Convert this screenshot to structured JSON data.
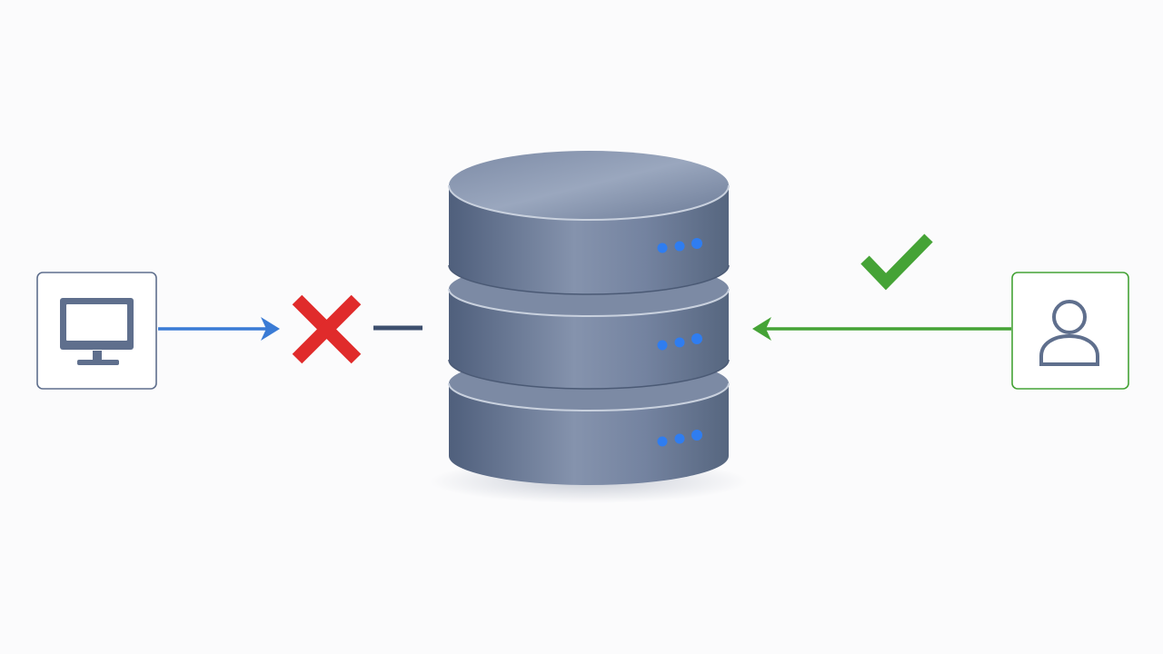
{
  "colors": {
    "background": "#fbfbfc",
    "blocked_flow": "#3a7bd5",
    "allowed_flow": "#45a336",
    "denied_mark": "#e02b2b",
    "client_icon": "#5f6f8d",
    "client_box_border": "#5f6f8d",
    "user_box_border": "#45a336",
    "user_icon": "#5f6f8d",
    "database_body": "#6d7d9a",
    "database_top": "#8e9cb5",
    "status_led": "#2f7df0",
    "dash": "#3d4f6e"
  },
  "nodes": {
    "client": {
      "icon": "monitor-icon"
    },
    "database": {
      "icon": "database-server-icon",
      "tiers": 3,
      "leds_per_tier": 3
    },
    "user": {
      "icon": "user-icon"
    }
  },
  "flows": [
    {
      "from": "client",
      "to": "database",
      "status": "blocked",
      "icon": "cross-icon"
    },
    {
      "from": "user",
      "to": "database",
      "status": "allowed",
      "icon": "check-icon"
    }
  ]
}
